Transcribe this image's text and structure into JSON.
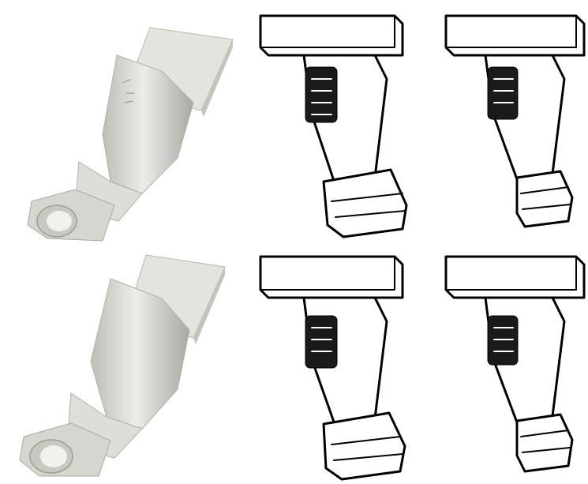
{
  "background": "#ffffff",
  "render_colors": {
    "metal_light": "#e9e9e6",
    "metal_mid": "#d2d2cc",
    "metal_shadow": "#a9a9a2",
    "line_art": "#000000"
  },
  "items": [
    {
      "name": "shaded-terminal-top",
      "style": "shaded-3d",
      "row": 1,
      "column": 1
    },
    {
      "name": "line-art-terminal-top-left",
      "style": "line-art",
      "row": 1,
      "column": 2,
      "crimp_marking_visible": true
    },
    {
      "name": "line-art-terminal-top-right",
      "style": "line-art",
      "row": 1,
      "column": 3,
      "crimp_marking_visible": true
    },
    {
      "name": "shaded-terminal-bottom",
      "style": "shaded-3d",
      "row": 2,
      "column": 1
    },
    {
      "name": "line-art-terminal-bottom-left",
      "style": "line-art",
      "row": 2,
      "column": 2,
      "crimp_marking_visible": true
    },
    {
      "name": "line-art-terminal-bottom-right",
      "style": "line-art",
      "row": 2,
      "column": 3,
      "crimp_marking_visible": true
    }
  ]
}
